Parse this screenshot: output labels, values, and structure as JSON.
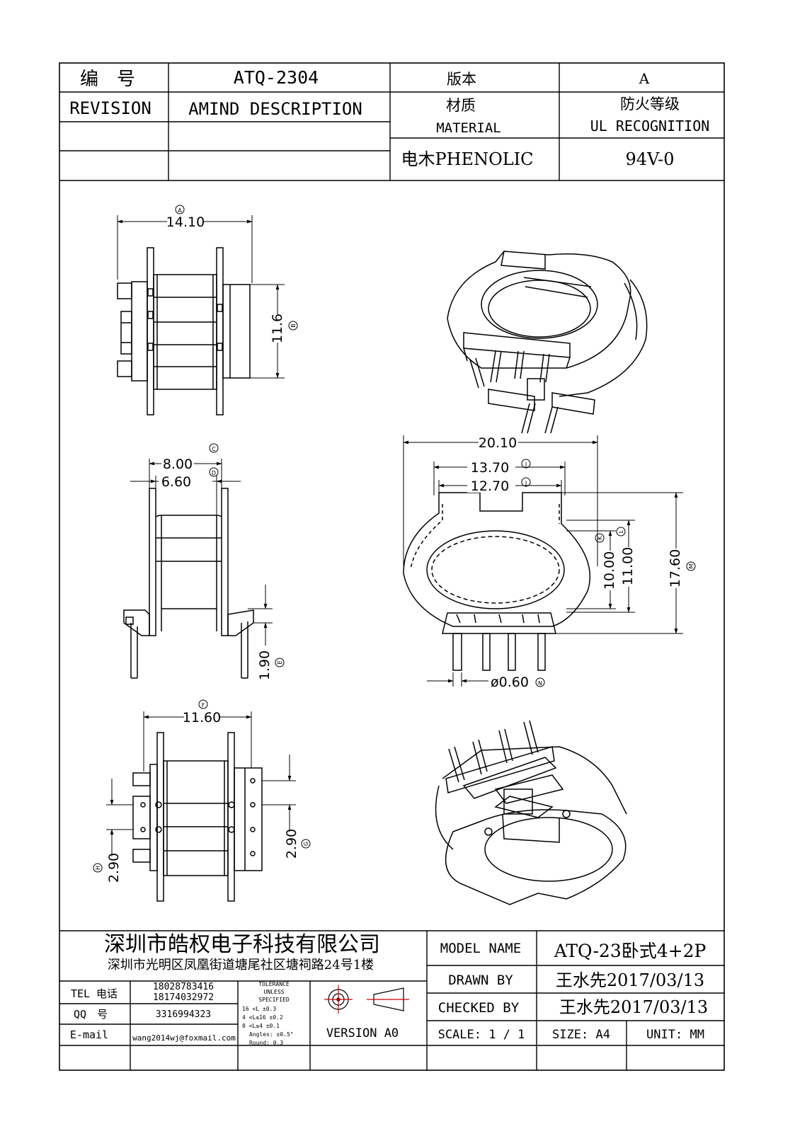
{
  "header": {
    "number_label": "编　号",
    "number_value": "ATQ-2304",
    "version_label": "版本",
    "version_value": "A",
    "revision_label": "REVISION",
    "amind_label": "AMIND DESCRIPTION",
    "material_label_cn": "材质",
    "material_label_en": "MATERIAL",
    "ul_label_cn": "防火等级",
    "ul_label_en": "UL RECOGNITION",
    "material_value": "电木PHENOLIC",
    "ul_value": "94V-0"
  },
  "dimensions": {
    "d_14_10": "14.10",
    "d_11_6": "11.6",
    "d_8_00": "8.00",
    "d_6_60": "6.60",
    "d_1_90": "1.90",
    "d_11_60": "11.60",
    "d_2_90_right": "2.90",
    "d_2_90_left": "2.90",
    "d_20_10": "20.10",
    "d_13_70": "13.70",
    "d_12_70": "12.70",
    "d_10_00": "10.00",
    "d_11_00": "11.00",
    "d_17_60": "17.60",
    "d_pin": "ø0.60"
  },
  "markers": {
    "A": "A",
    "B": "B",
    "C": "C",
    "D": "D",
    "E": "E",
    "F": "F",
    "G": "G",
    "H": "H",
    "I": "I",
    "J": "J",
    "K": "K",
    "L": "L",
    "M": "M",
    "N": "N"
  },
  "title_block": {
    "company": "深圳市皓权电子科技有限公司",
    "address": "深圳市光明区凤凰街道塘尾社区塘祠路24号1楼",
    "tel_label": "TEL 电话",
    "tel_value_1": "18028783416",
    "tel_value_2": "18174032972",
    "qq_label": "QQ　号",
    "qq_value": "3316994323",
    "email_label": "E-mail",
    "email_value": "wang2014wj@foxmail.com",
    "tolerance_title_1": "TOLERANCE",
    "tolerance_title_2": "UNLESS",
    "tolerance_title_3": "SPECIFIED",
    "tol_row_1": "16 <L          ±0.3",
    "tol_row_2": "4 <L≤16      ±0.2",
    "tol_row_3": "0 <L≤4         ±0.1",
    "tol_row_4": "Angles: ±0.5°",
    "tol_row_5": "Round: 0.3",
    "version_a0": "VERSION A0",
    "model_label": "MODEL NAME",
    "model_value": "ATQ-23卧式4+2P",
    "drawn_label": "DRAWN BY",
    "drawn_value": "王水先2017/03/13",
    "checked_label": "CHECKED BY",
    "checked_value": "王水先2017/03/13",
    "scale_label": "SCALE: 1 / 1",
    "size_label": "SIZE: A4",
    "unit_label": "UNIT: MM"
  }
}
